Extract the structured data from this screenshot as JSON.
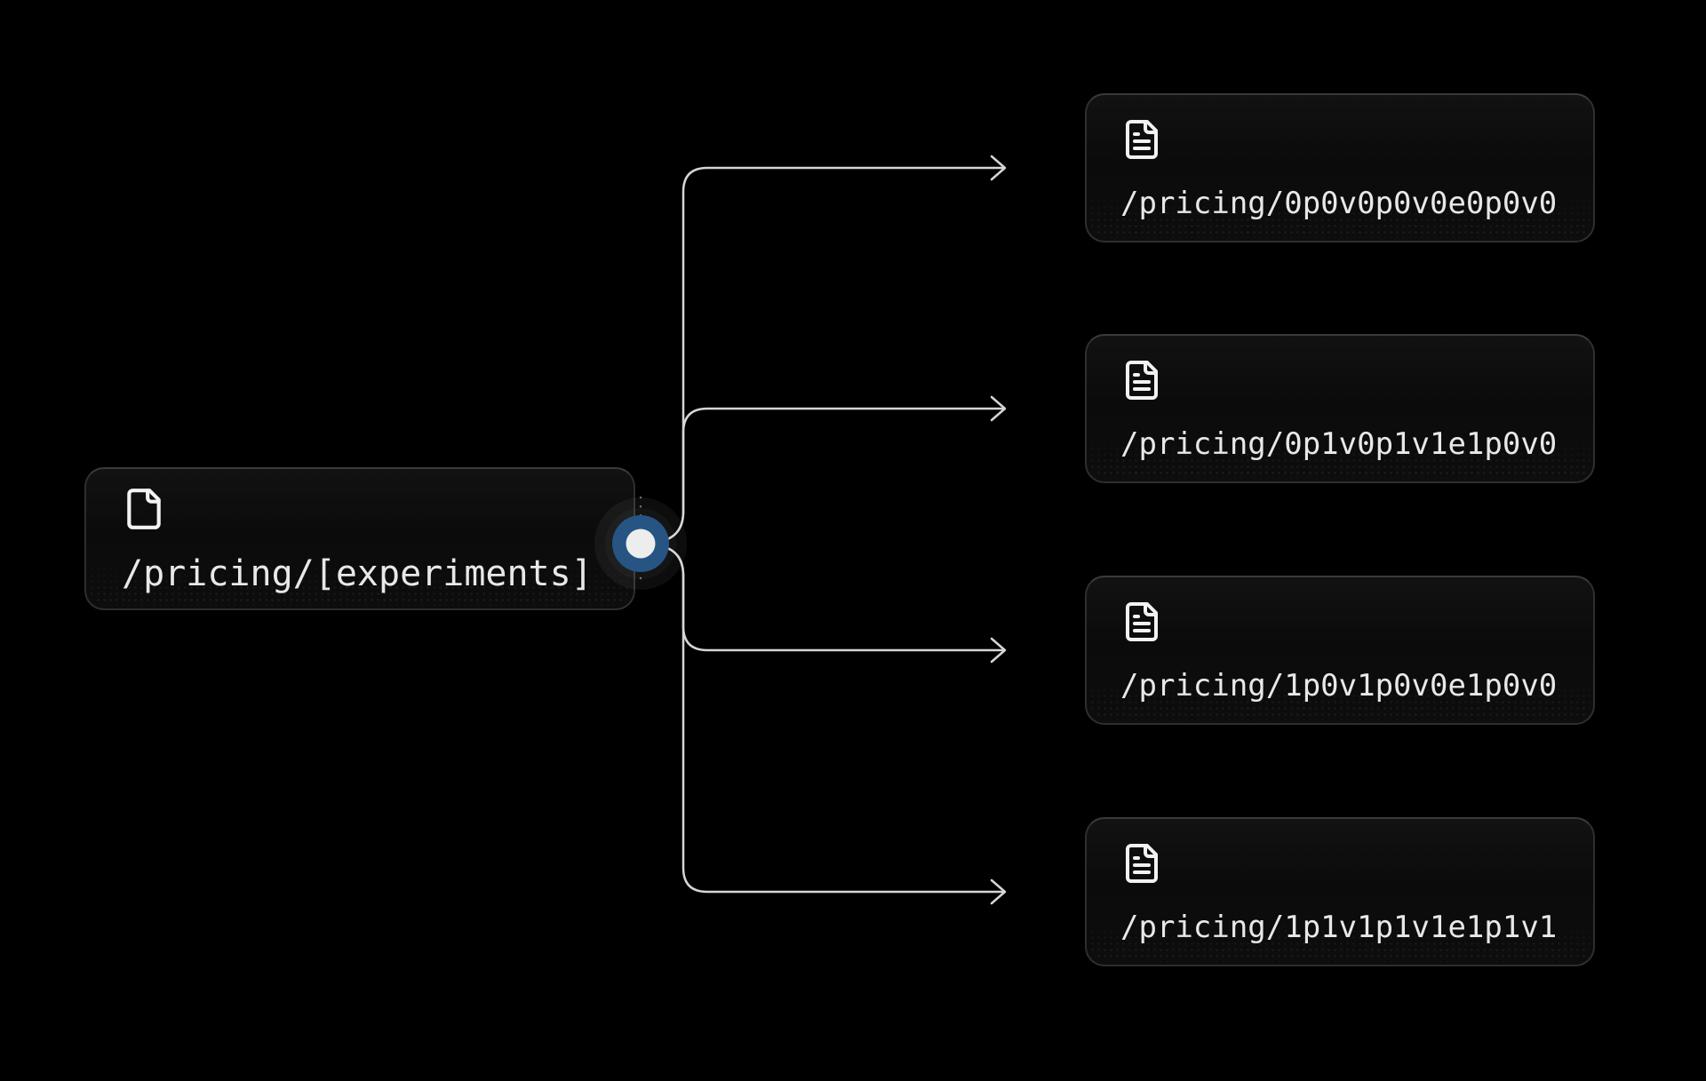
{
  "diagram": {
    "source": {
      "icon": "file-icon",
      "label": "/pricing/[experiments]"
    },
    "targets": [
      {
        "icon": "file-text-icon",
        "label": "/pricing/0p0v0p0v0e0p0v0"
      },
      {
        "icon": "file-text-icon",
        "label": "/pricing/0p1v0p1v1e1p0v0"
      },
      {
        "icon": "file-text-icon",
        "label": "/pricing/1p0v1p0v0e1p0v0"
      },
      {
        "icon": "file-text-icon",
        "label": "/pricing/1p1v1p1v1e1p1v1"
      }
    ],
    "colors": {
      "background": "#000000",
      "node_background": "#0c0c0c",
      "node_border": "#2e2e2e",
      "text": "#e8e8e8",
      "edge": "#d6d6d6",
      "handle_outer": "#265483",
      "handle_inner": "#ededed"
    }
  }
}
